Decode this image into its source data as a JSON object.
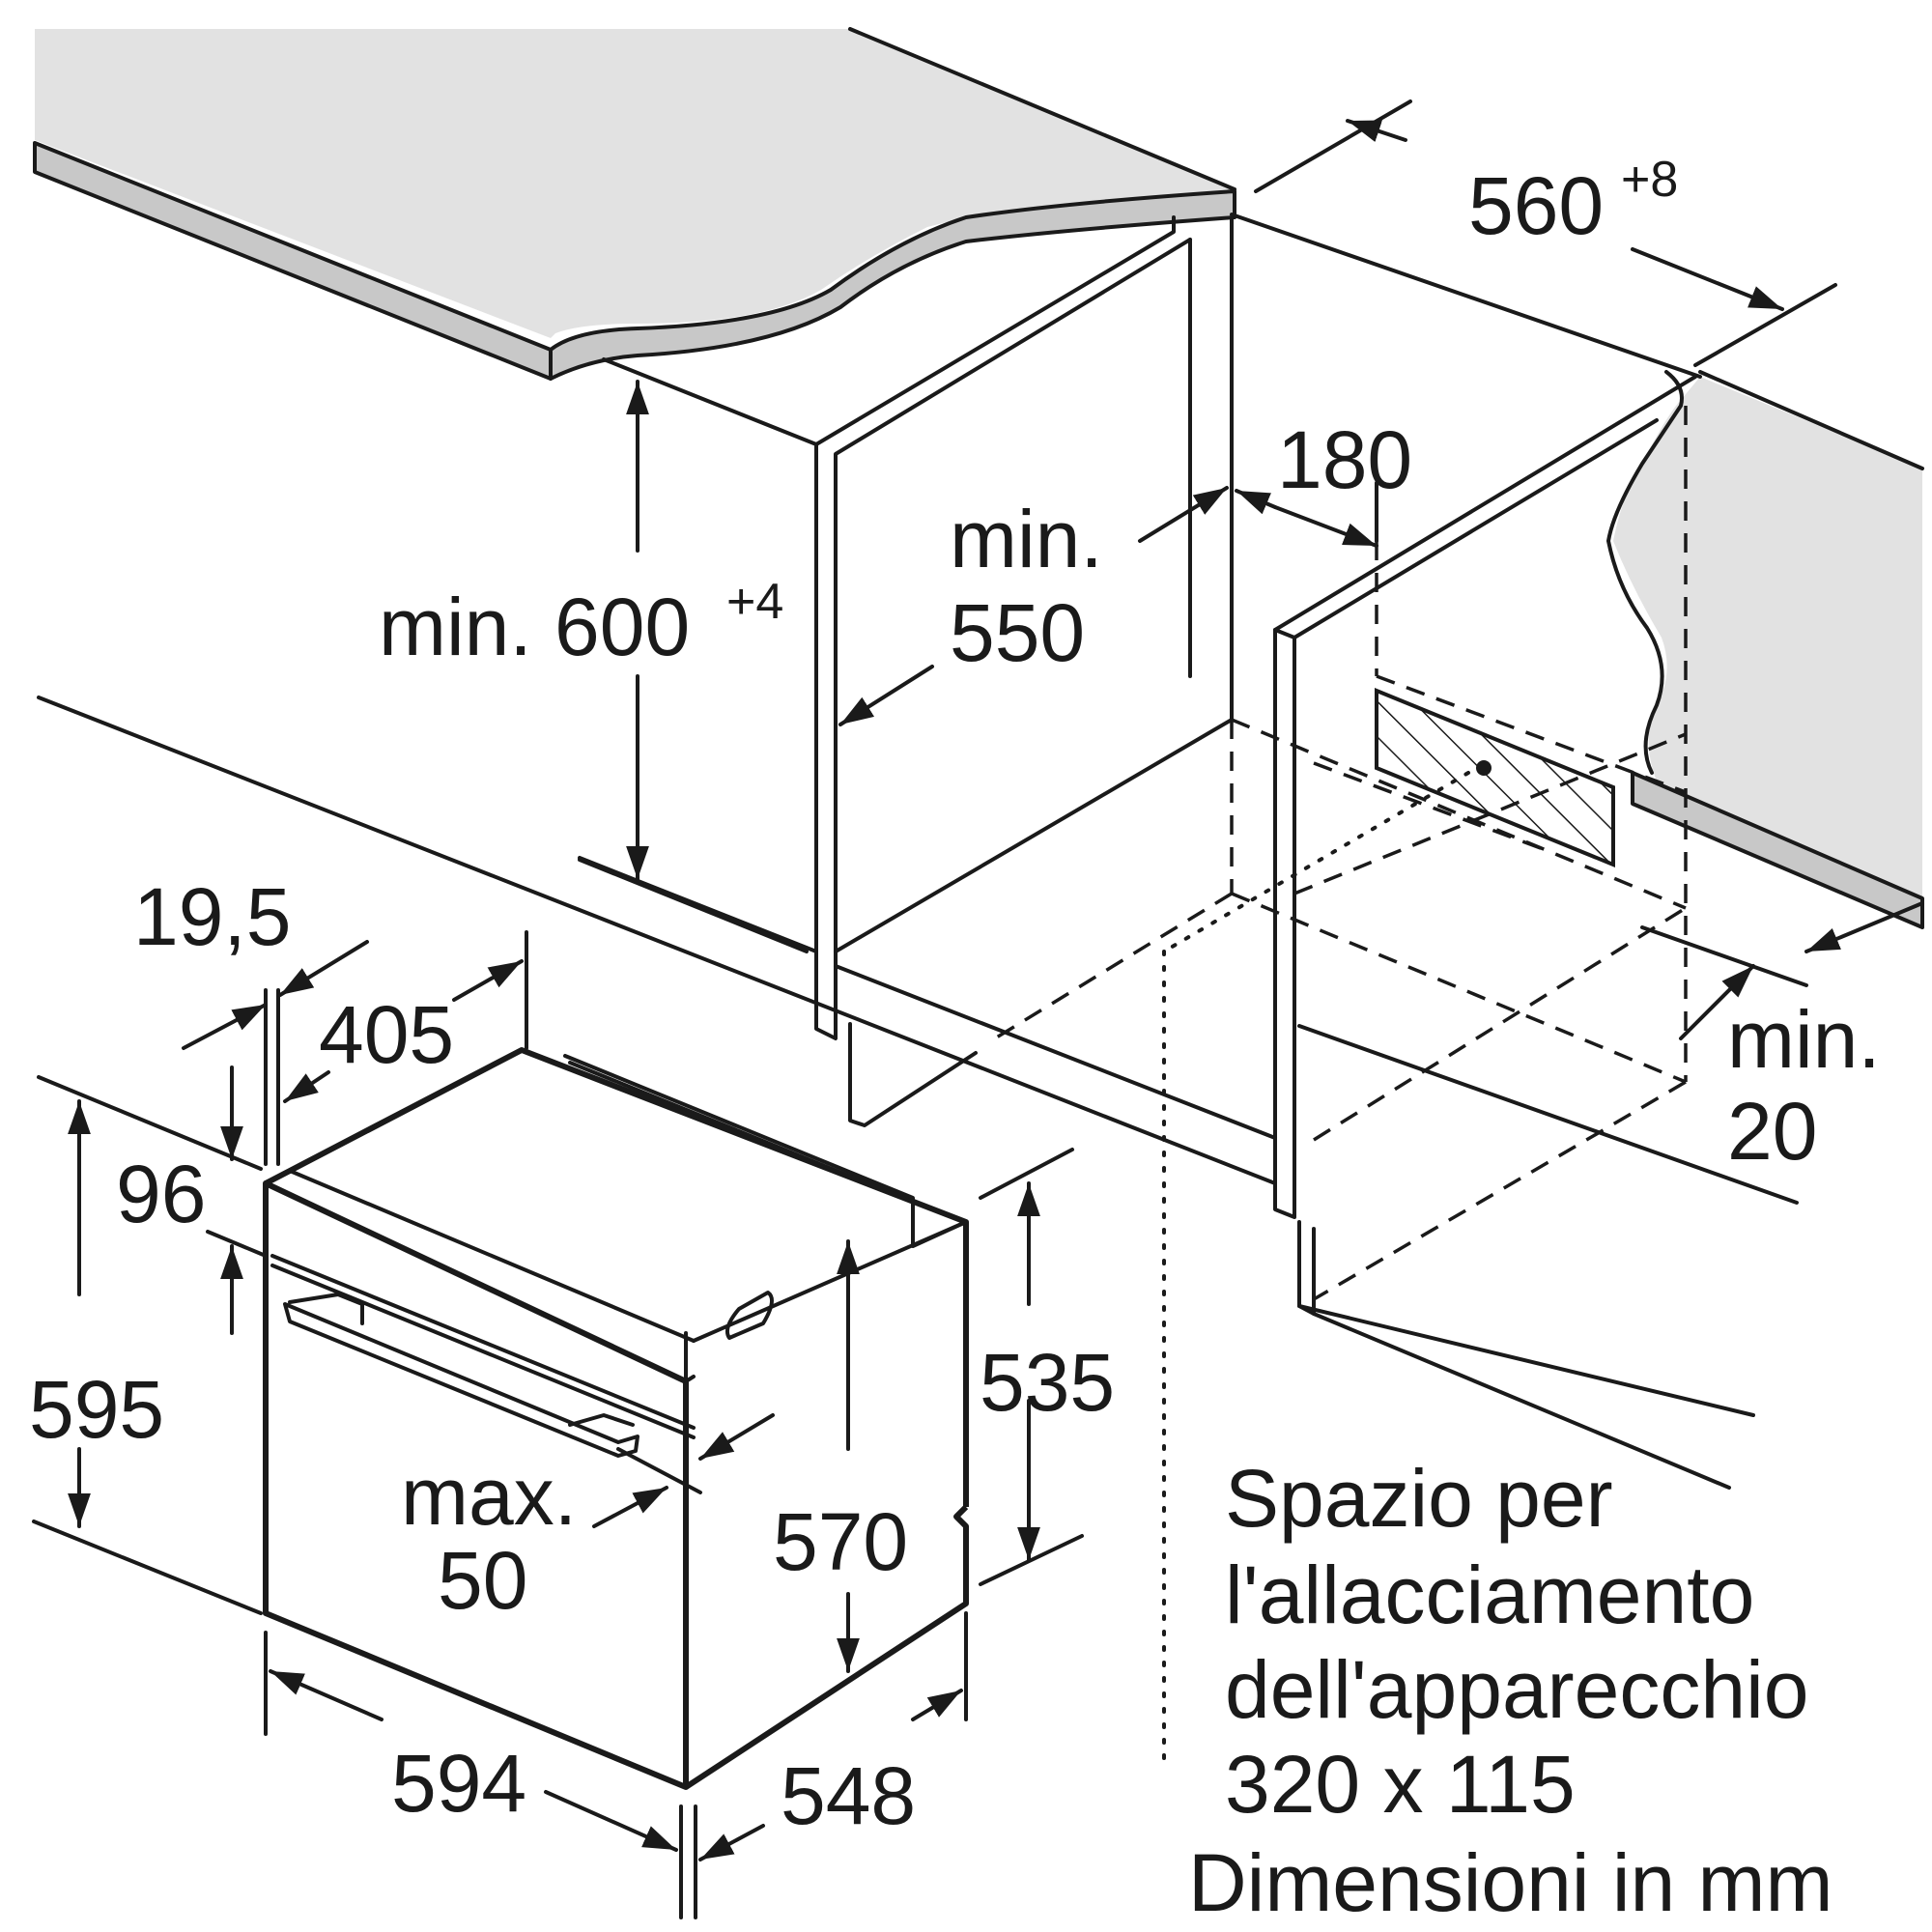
{
  "dimensions": {
    "niche_width": "560",
    "niche_width_tolerance": "+8",
    "niche_height": "min. 600",
    "niche_height_tolerance": "+4",
    "niche_depth_label": "min.",
    "niche_depth_value": "550",
    "connection_offset": "180",
    "rear_gap_label": "min.",
    "rear_gap_value": "20",
    "panel_thickness": "19,5",
    "top_offset": "405",
    "panel_height": "96",
    "oven_height": "595",
    "body_height": "535",
    "inner_height": "570",
    "front_protrusion_label": "max.",
    "front_protrusion_value": "50",
    "oven_width": "594",
    "oven_depth": "548"
  },
  "notes": {
    "connection_line1": "Spazio per",
    "connection_line2": "l'allacciamento",
    "connection_line3": "dell'apparecchio",
    "connection_line4": "320 x 115",
    "units": "Dimensioni in mm"
  }
}
